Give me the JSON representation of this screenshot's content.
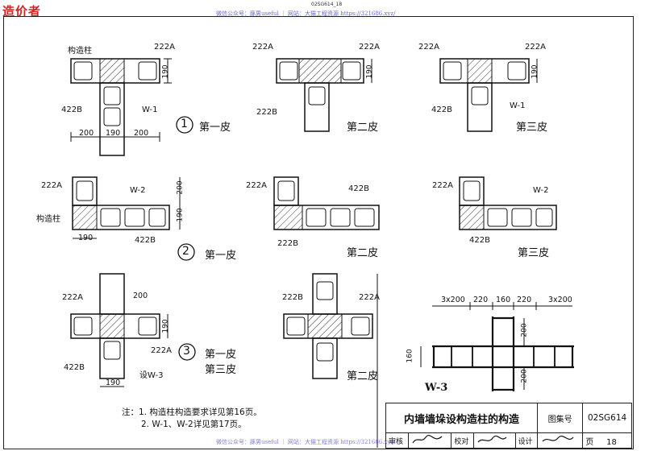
{
  "header": {
    "file_code": "02SG614_18",
    "brand": "造价者",
    "watermark": "微信公众号：豚男useful ｜ 网站：大猫工程资源 https://321686.xyz/"
  },
  "labels": {
    "col": "构造柱",
    "b222": "222A",
    "b222b": "222B",
    "b422": "422B",
    "w1": "W-1",
    "w2": "W-2",
    "w3": "W-3",
    "setw3": "设W-3"
  },
  "courses": {
    "first": "第一皮",
    "second": "第二皮",
    "third": "第三皮"
  },
  "markers": [
    "1",
    "2",
    "3"
  ],
  "dims": {
    "d200": "200",
    "d190": "190",
    "d220": "220",
    "d160": "160",
    "d3x200": "3x200"
  },
  "notes": {
    "line1": "注：1. 构造柱构造要求详见第16页。",
    "line2": "2. W-1、W-2详见第17页。"
  },
  "title_block": {
    "title": "内墙墙垛设构造柱的构造",
    "atlas_label": "图集号",
    "atlas_value": "02SG614",
    "review_label": "审核",
    "check_label": "校对",
    "design_label": "设计",
    "page_label": "页",
    "page_value": "18"
  }
}
